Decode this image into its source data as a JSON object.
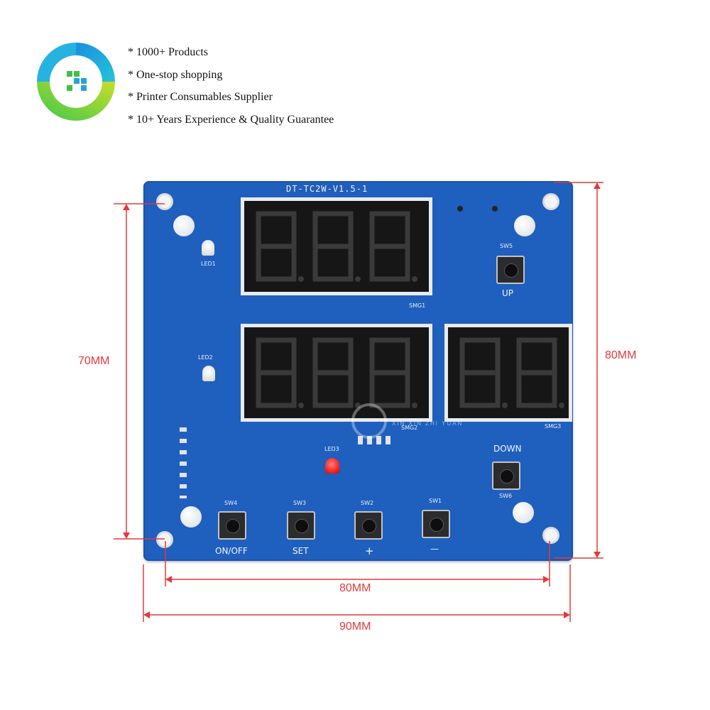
{
  "header": {
    "bullets": [
      "* 1000+ Products",
      "* One-stop shopping",
      "* Printer Consumables Supplier",
      "* 10+ Years Experience & Quality Guarantee"
    ]
  },
  "board": {
    "model": "DT-TC2W-V1.5-1",
    "leds": [
      "LED1",
      "LED2",
      "LED3"
    ],
    "displays": [
      "SMG1",
      "SMG2",
      "SMG3"
    ],
    "switch_ids": [
      "SW1",
      "SW2",
      "SW3",
      "SW4",
      "SW5",
      "SW6"
    ],
    "button_labels": {
      "onoff": "ON/OFF",
      "set": "SET",
      "plus": "+",
      "minus": "—",
      "up": "UP",
      "down": "DOWN"
    },
    "watermark": "XIN XIN ZHI YUAN"
  },
  "dimensions": {
    "left": "70MM",
    "right": "80MM",
    "inner_width": "80MM",
    "outer_width": "90MM"
  },
  "colors": {
    "board": "#1f5fbd",
    "dimension_lines": "#e23a3a",
    "led3": "#ff2a2a"
  }
}
